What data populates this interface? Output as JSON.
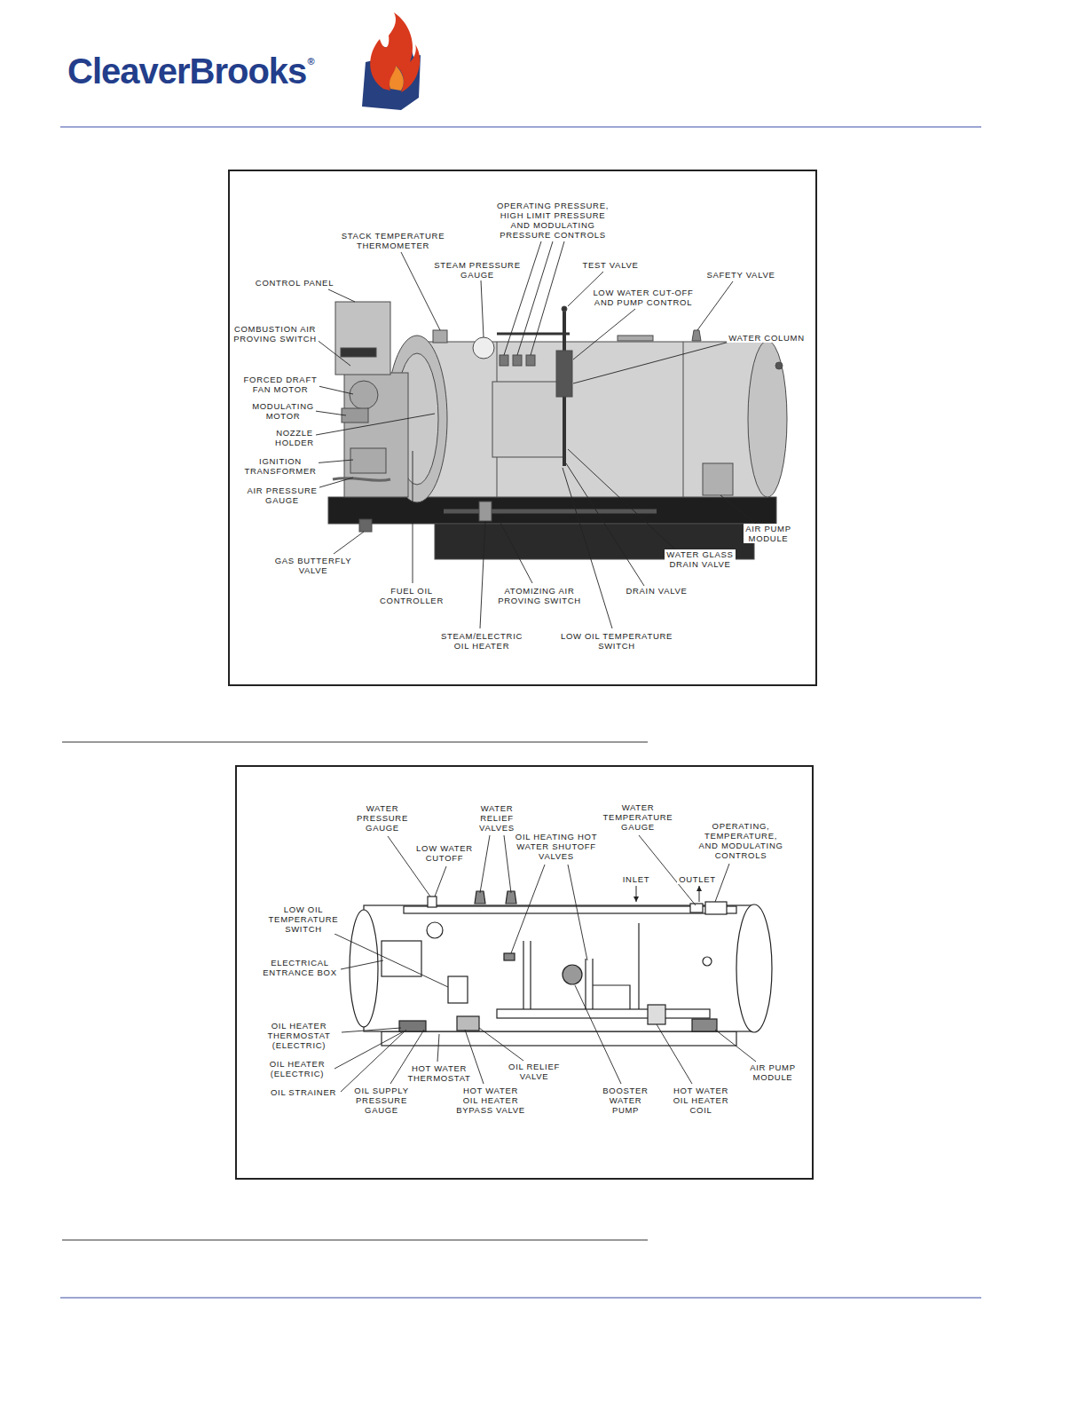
{
  "diagram": {
    "labels": [
      "CleaverBrooks",
      "®",
      "OPERATING PRESSURE, HIGH LIMIT PRESSURE AND MODULATING PRESSURE CONTROLS",
      "STACK TEMPERATURE THERMOMETER",
      "STEAM PRESSURE GAUGE",
      "TEST VALVE",
      "SAFETY VALVE",
      "CONTROL PANEL",
      "LOW WATER CUT-OFF AND PUMP CONTROL",
      "WATER COLUMN",
      "COMBUSTION AIR PROVING SWITCH",
      "FORCED DRAFT FAN MOTOR",
      "MODULATING MOTOR",
      "NOZZLE HOLDER",
      "IGNITION TRANSFORMER",
      "AIR PRESSURE GAUGE",
      "GAS BUTTERFLY VALVE",
      "FUEL OIL CONTROLLER",
      "ATOMIZING AIR PROVING SWITCH",
      "DRAIN VALVE",
      "STEAM/ELECTRIC OIL HEATER",
      "LOW OIL TEMPERATURE SWITCH",
      "AIR PUMP MODULE",
      "WATER GLASS DRAIN VALVE",
      "WATER PRESSURE GAUGE",
      "WATER RELIEF VALVES",
      "OIL HEATING HOT WATER SHUTOFF VALVES",
      "LOW WATER CUTOFF",
      "WATER TEMPERATURE GAUGE",
      "OPERATING, TEMPERATURE, AND MODULATING CONTROLS",
      "INLET",
      "OUTLET",
      "LOW OIL TEMPERATURE SWITCH",
      "ELECTRICAL ENTRANCE BOX",
      "OIL HEATER THERMOSTAT (ELECTRIC)",
      "OIL HEATER (ELECTRIC)",
      "OIL STRAINER",
      "OIL SUPPLY PRESSURE GAUGE",
      "HOT WATER THERMOSTAT",
      "HOT WATER OIL HEATER BYPASS VALVE",
      "OIL RELIEF VALVE",
      "BOOSTER WATER PUMP",
      "HOT WATER OIL HEATER COIL",
      "AIR PUMP MODULE"
    ]
  }
}
